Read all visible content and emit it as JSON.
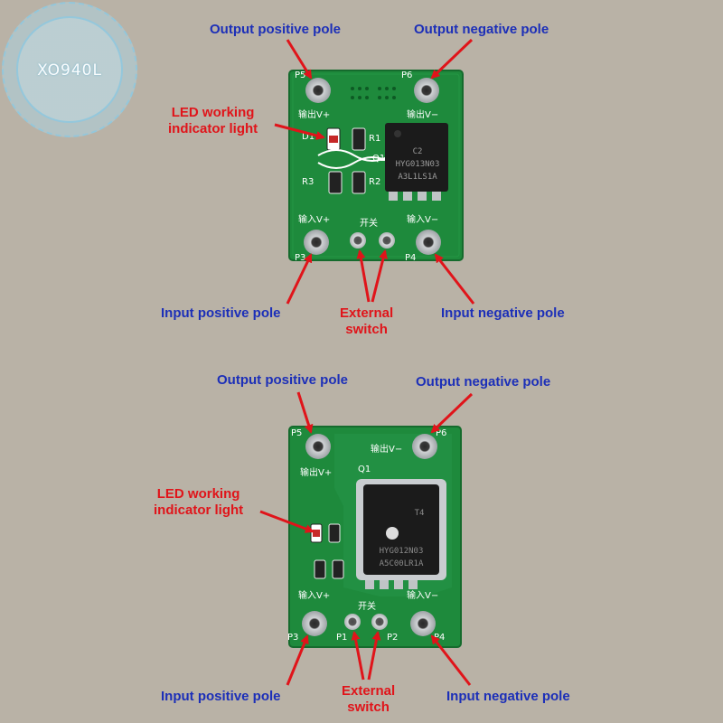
{
  "watermark": {
    "text": "XO940L"
  },
  "top_board": {
    "labels": {
      "output_positive": "Output positive pole",
      "output_negative": "Output negative pole",
      "led_line1": "LED working",
      "led_line2": "indicator light",
      "input_positive": "Input positive pole",
      "input_negative": "Input negative pole",
      "switch_line1": "External",
      "switch_line2": "switch"
    },
    "silkscreen": {
      "p5": "P5",
      "p6": "P6",
      "p3": "P3",
      "p4": "P4",
      "out_pos": "输出V+",
      "out_neg": "输出V−",
      "in_pos": "输入V+",
      "in_neg": "输入V−",
      "switch": "开关",
      "d1": "D1",
      "r1": "R1",
      "r2": "R2",
      "r3": "R3",
      "q1": "Q1",
      "chip_line1": "C2",
      "chip_line2": "HYG013N03",
      "chip_line3": "A3L1LS1A"
    }
  },
  "bottom_board": {
    "labels": {
      "output_positive": "Output positive pole",
      "output_negative": "Output negative pole",
      "led_line1": "LED working",
      "led_line2": "indicator light",
      "input_positive": "Input positive pole",
      "input_negative": "Input negative pole",
      "switch_line1": "External",
      "switch_line2": "switch"
    },
    "silkscreen": {
      "p5": "P5",
      "p6": "P6",
      "p3": "P3",
      "p4": "P4",
      "p1": "P1",
      "p2": "P2",
      "out_pos": "输出V+",
      "out_neg": "输出V−",
      "in_pos": "输入V+",
      "in_neg": "输入V−",
      "switch": "开关",
      "q1": "Q1",
      "chip_line1": "T4",
      "chip_line2": "HYG012N03",
      "chip_line3": "A5C00LR1A"
    }
  },
  "colors": {
    "label_blue": "#1c2fb8",
    "label_red": "#e0141a",
    "pcb_green": "#1e8a3c",
    "background": "#b9b2a6"
  }
}
